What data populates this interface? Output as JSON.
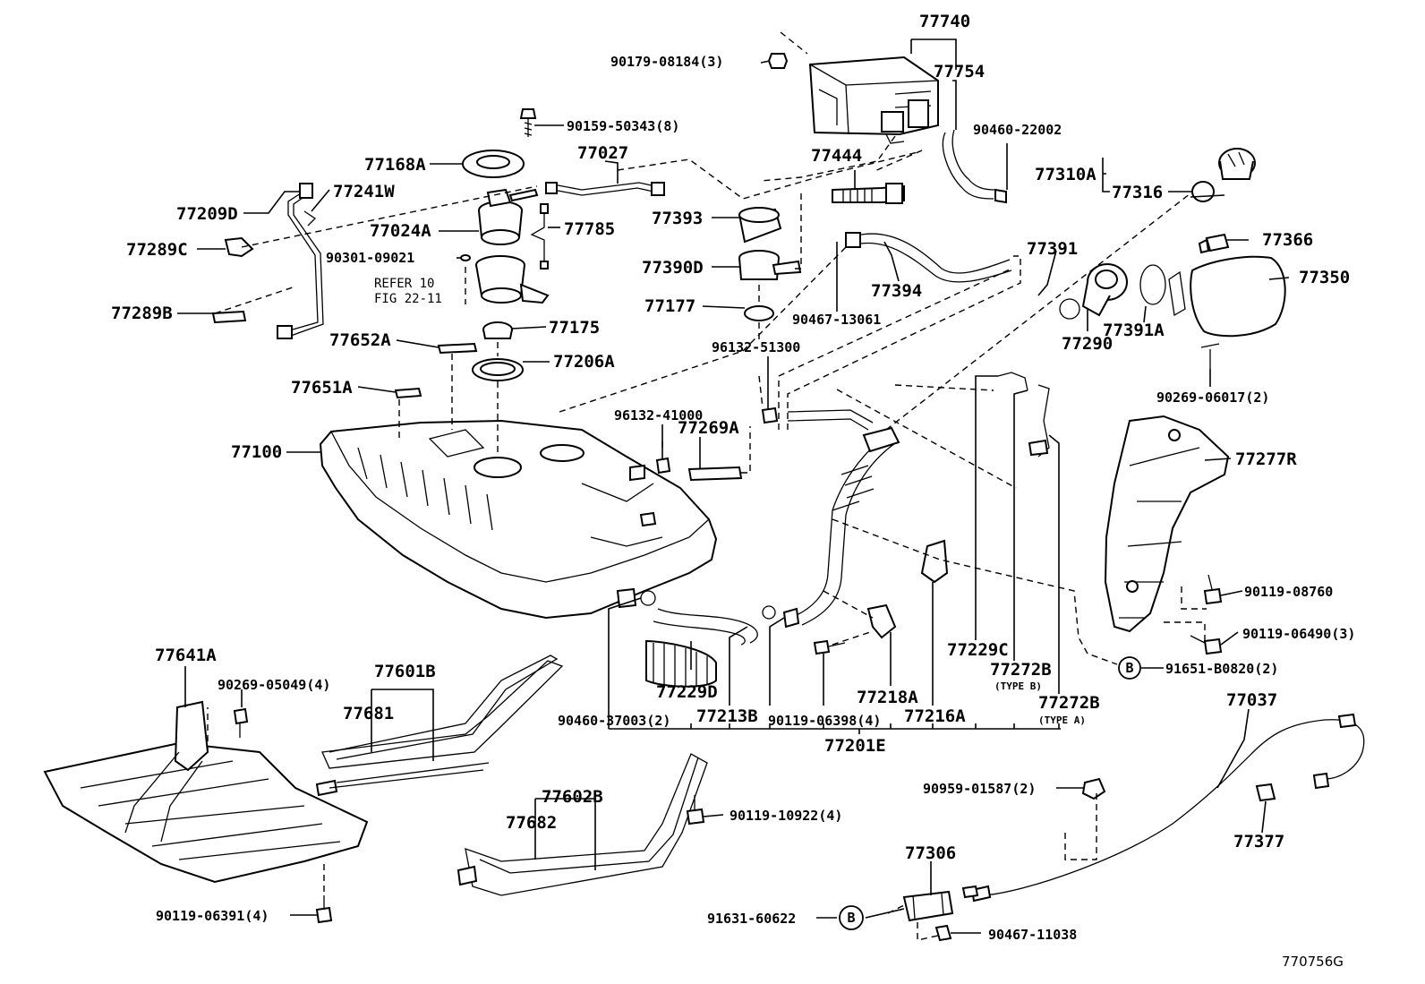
{
  "drawing_code": "770756G",
  "labels": {
    "p77740": "77740",
    "p77754": "77754",
    "p90179": "90179-08184(3)",
    "p90159": "90159-50343(8)",
    "p77168A": "77168A",
    "p77027": "77027",
    "p77444": "77444",
    "p90460_22002": "90460-22002",
    "p77310A": "77310A",
    "p77316": "77316",
    "p77209D": "77209D",
    "p77241W": "77241W",
    "p77024A": "77024A",
    "p77785": "77785",
    "p77393": "77393",
    "p77289C": "77289C",
    "p90301": "90301-09021",
    "p77390D": "77390D",
    "p77394": "77394",
    "p77391": "77391",
    "p77366": "77366",
    "p77350": "77350",
    "refer1": "REFER 10",
    "refer2": "FIG 22-11",
    "p77289B": "77289B",
    "p77177": "77177",
    "p90467_13061": "90467-13061",
    "p77290": "77290",
    "p77391A": "77391A",
    "p77652A": "77652A",
    "p77175": "77175",
    "p96132_51300": "96132-51300",
    "p77206A": "77206A",
    "p90269_06017": "90269-06017(2)",
    "p77651A": "77651A",
    "p96132_41000": "96132-41000",
    "p77269A": "77269A",
    "p77100": "77100",
    "p77277R": "77277R",
    "p90119_08760": "90119-08760",
    "p90119_06490": "90119-06490(3)",
    "p77229C": "77229C",
    "p77272B_1": "77272B",
    "typeB": "(TYPE B)",
    "p91651": "91651-B0820(2)",
    "p77641A": "77641A",
    "p90269_05049": "90269-05049(4)",
    "p77601B": "77601B",
    "p77681": "77681",
    "p77229D": "77229D",
    "p77218A": "77218A",
    "p77272B_2": "77272B",
    "typeA": "(TYPE A)",
    "p90460_37003": "90460-37003(2)",
    "p77213B": "77213B",
    "p90119_06398": "90119-06398(4)",
    "p77216A": "77216A",
    "p77201E": "77201E",
    "p77037": "77037",
    "p90959": "90959-01587(2)",
    "p77602B": "77602B",
    "p77682": "77682",
    "p90119_10922": "90119-10922(4)",
    "p77377": "77377",
    "p77306": "77306",
    "p90119_06391": "90119-06391(4)",
    "p91631": "91631-60622",
    "p90467_11038": "90467-11038",
    "markerB1": "B",
    "markerB2": "B"
  }
}
